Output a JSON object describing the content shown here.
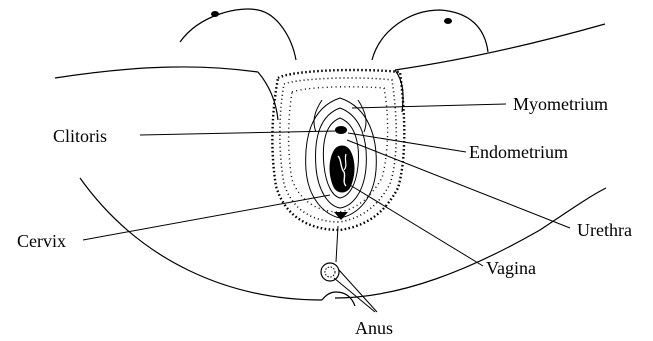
{
  "labels": {
    "myometrium": "Myometrium",
    "clitoris": "Clitoris",
    "endometrium": "Endometrium",
    "urethra": "Urethra",
    "cervix": "Cervix",
    "vagina": "Vagina",
    "anus": "Anus"
  }
}
